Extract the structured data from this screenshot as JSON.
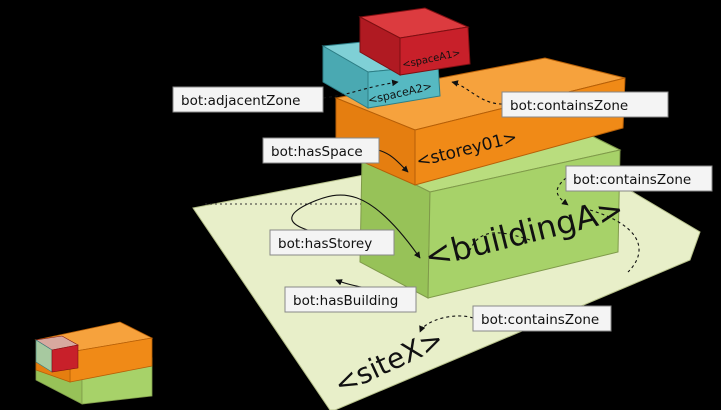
{
  "labels": {
    "adjacent_zone": "bot:adjacentZone",
    "contains_zone_space": "bot:containsZone",
    "has_space": "bot:hasSpace",
    "contains_zone_building": "bot:containsZone",
    "has_storey": "bot:hasStorey",
    "has_building": "bot:hasBuilding",
    "contains_zone_site": "bot:containsZone"
  },
  "zones": {
    "space_a1": "<spaceA1>",
    "space_a2": "<spaceA2>",
    "storey": "<storey01>",
    "building": "<buildingA>",
    "site": "<siteX>"
  },
  "colors": {
    "site": "#e8efc9",
    "building": "#a7d269",
    "storey": "#f08a17",
    "space_red": "#c8202a",
    "space_teal": "#56b9c2",
    "tag_fill": "#f4f4f4"
  }
}
